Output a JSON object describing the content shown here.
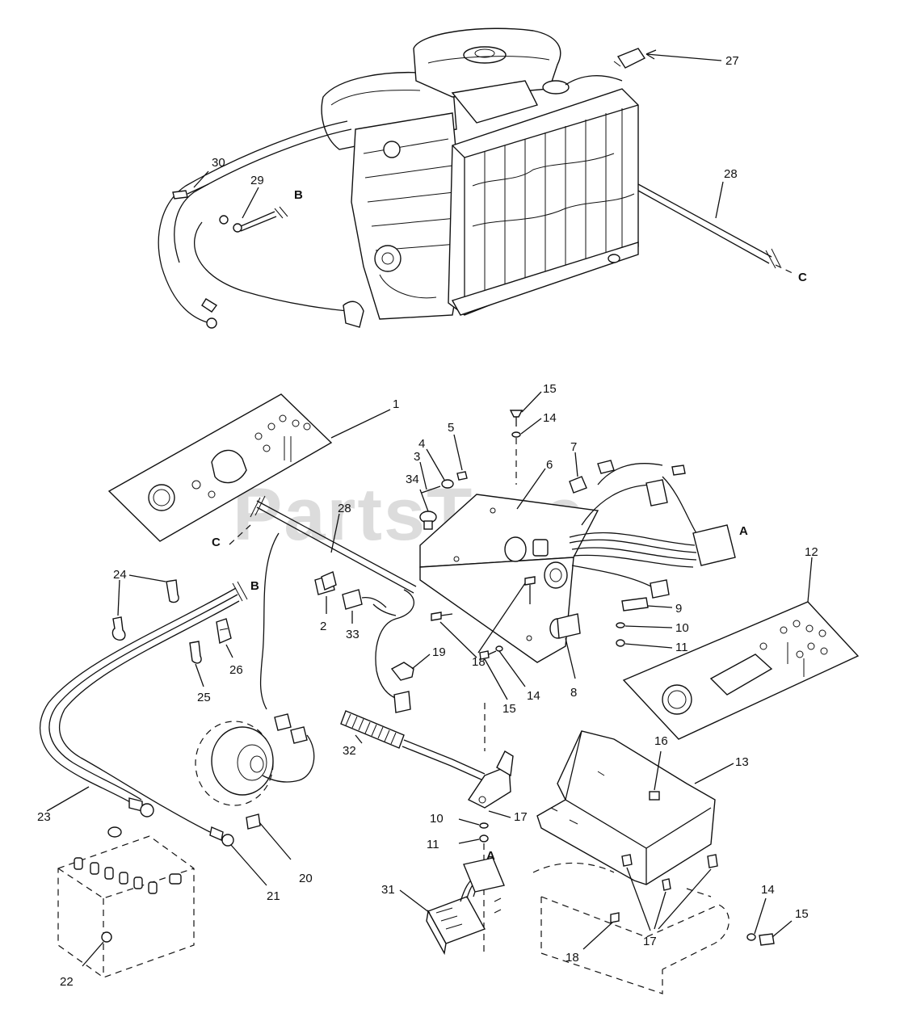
{
  "watermark": "PartsTree",
  "ref_letters": {
    "A_top": "A",
    "A_bottom": "A",
    "B_top": "B",
    "B_bottom": "B",
    "C_top": "C",
    "C_bottom": "C"
  },
  "callouts": {
    "c27": "27",
    "c28a": "28",
    "c30": "30",
    "c29": "29",
    "c15a": "15",
    "c14a": "14",
    "c1": "1",
    "c3": "3",
    "c4": "4",
    "c5": "5",
    "c6": "6",
    "c7": "7",
    "c34": "34",
    "c28b": "28",
    "c12": "12",
    "c24": "24",
    "c2": "2",
    "c33": "33",
    "c18a": "18",
    "c9": "9",
    "c10a": "10",
    "c11a": "11",
    "c19": "19",
    "c26": "26",
    "c25": "25",
    "c14b": "14",
    "c15b": "15",
    "c8": "8",
    "c16": "16",
    "c13": "13",
    "c32": "32",
    "c23": "23",
    "c10b": "10",
    "c17a": "17",
    "c11b": "11",
    "c20": "20",
    "c21": "21",
    "c31": "31",
    "c17b": "17",
    "c18b": "18",
    "c14c": "14",
    "c15c": "15",
    "c22": "22"
  }
}
